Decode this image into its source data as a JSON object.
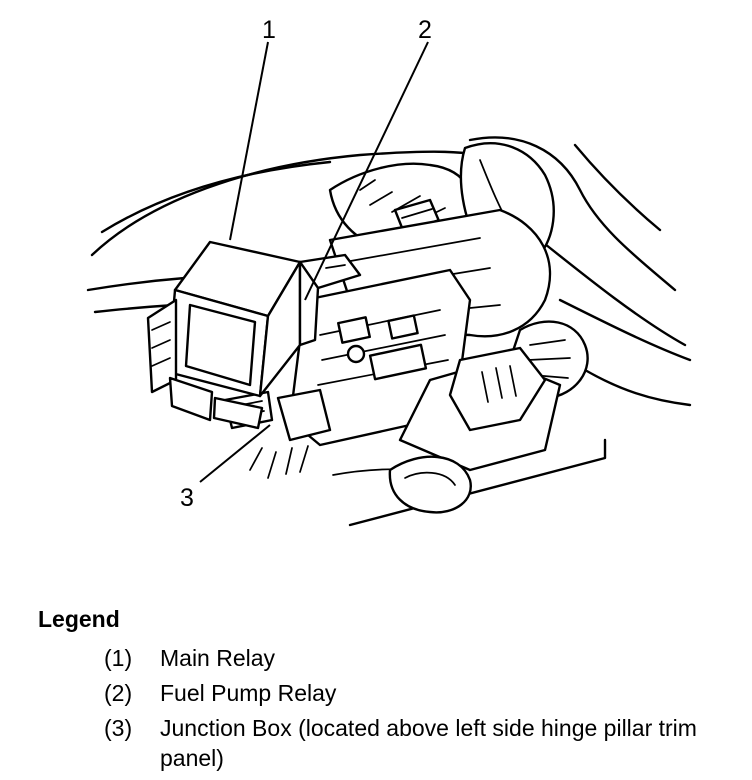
{
  "diagram": {
    "callouts": [
      {
        "id": "1",
        "label": "1"
      },
      {
        "id": "2",
        "label": "2"
      },
      {
        "id": "3",
        "label": "3"
      }
    ]
  },
  "legend": {
    "title": "Legend",
    "items": [
      {
        "number": "(1)",
        "text": "Main Relay"
      },
      {
        "number": "(2)",
        "text": "Fuel Pump Relay"
      },
      {
        "number": "(3)",
        "text": "Junction Box (located above left side hinge pillar trim panel)"
      }
    ]
  }
}
